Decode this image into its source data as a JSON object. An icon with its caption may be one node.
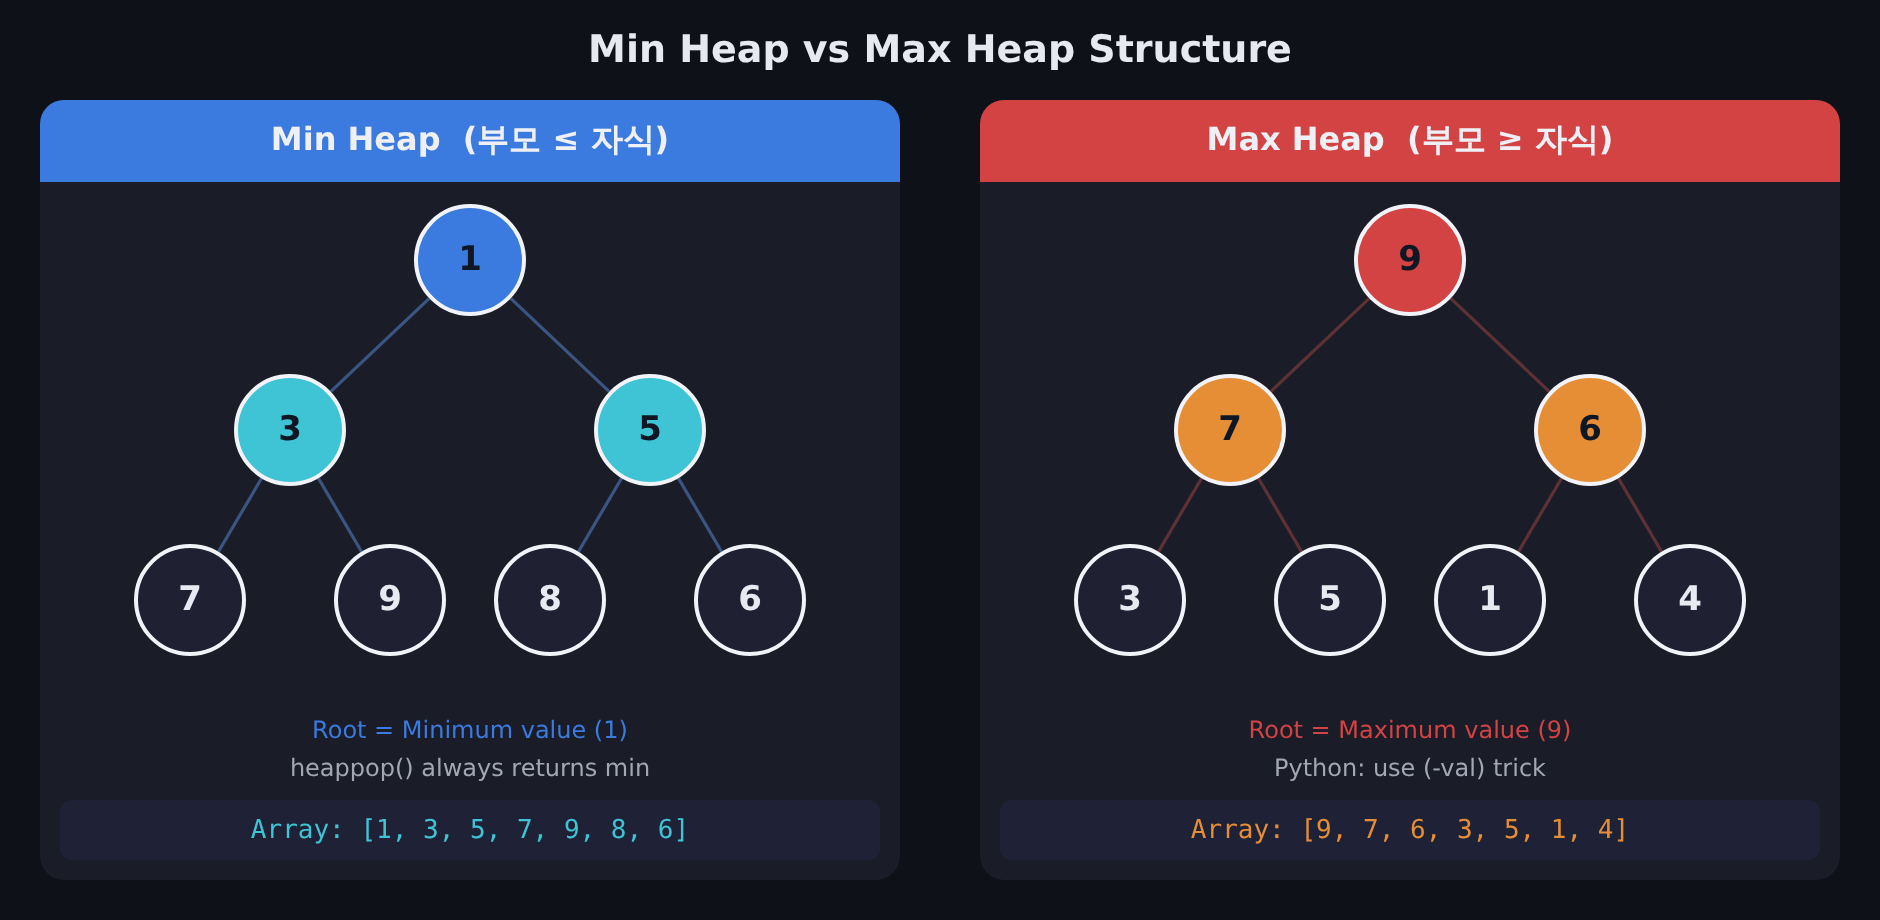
{
  "diagram": {
    "title": "Min Heap vs Max Heap Structure",
    "nodes": [
      {
        "text": [
          "Min Heap  (부모 ≤ 자식)",
          "Root = Minimum value (1)",
          "heappop() always returns min"
        ]
      },
      {
        "text": [
          "1"
        ],
        "in": 0
      },
      {
        "text": [
          "3"
        ],
        "in": 0
      },
      {
        "text": [
          "5"
        ],
        "in": 0
      },
      {
        "text": [
          "7"
        ],
        "in": 0
      },
      {
        "text": [
          "9"
        ],
        "in": 0
      },
      {
        "text": [
          "8"
        ],
        "in": 0
      },
      {
        "text": [
          "6"
        ],
        "in": 0
      },
      {
        "text": [
          "Array: [1, 3, 5, 7, 9, 8, 6]"
        ],
        "in": 0
      },
      {
        "text": [
          "Max Heap  (부모 ≥ 자식)",
          "Root = Maximum value (9)",
          "Python: use (-val) trick"
        ]
      },
      {
        "text": [
          "9"
        ],
        "in": 9
      },
      {
        "text": [
          "7"
        ],
        "in": 9
      },
      {
        "text": [
          "6"
        ],
        "in": 9
      },
      {
        "text": [
          "3"
        ],
        "in": 9
      },
      {
        "text": [
          "5"
        ],
        "in": 9
      },
      {
        "text": [
          "1"
        ],
        "in": 9
      },
      {
        "text": [
          "4"
        ],
        "in": 9
      },
      {
        "text": [
          "Array: [9, 7, 6, 3, 5, 1, 4]"
        ],
        "in": 9
      }
    ],
    "edges": [
      {
        "from": 1,
        "to": 2,
        "arrow": "none"
      },
      {
        "from": 1,
        "to": 3,
        "arrow": "none"
      },
      {
        "from": 2,
        "to": 4,
        "arrow": "none"
      },
      {
        "from": 2,
        "to": 5,
        "arrow": "none"
      },
      {
        "from": 3,
        "to": 6,
        "arrow": "none"
      },
      {
        "from": 3,
        "to": 7,
        "arrow": "none"
      },
      {
        "from": 10,
        "to": 11,
        "arrow": "none",
        "color": "#5e3234"
      },
      {
        "from": 10,
        "to": 12,
        "arrow": "none",
        "color": "#5e3234"
      },
      {
        "from": 11,
        "to": 13,
        "arrow": "none",
        "color": "#5e3234"
      },
      {
        "from": 11,
        "to": 14,
        "arrow": "none",
        "color": "#5e3234"
      },
      {
        "from": 12,
        "to": 15,
        "arrow": "none",
        "color": "#5e3234"
      },
      {
        "from": 12,
        "to": 16,
        "arrow": "none",
        "color": "#5e3234"
      }
    ]
  }
}
